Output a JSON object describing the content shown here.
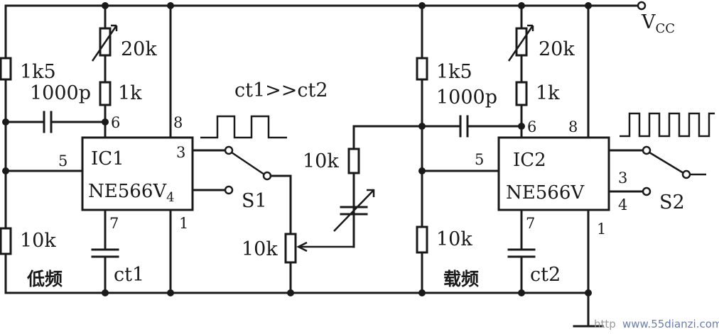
{
  "labels": {
    "vcc": "V",
    "vcc_sub": "CC",
    "relation": "ct1>>ct2",
    "watermark_left": "http",
    "watermark_right": "www.55dianzi.com"
  },
  "left": {
    "ic_name": "IC1",
    "ic_part": "NE566V",
    "ic_part_sub": "4",
    "pot_top": "20k",
    "res_top": "1k",
    "res_upper": "1k5",
    "cap_fb": "1000p",
    "res_lower": "10k",
    "cap_timing": "ct1",
    "switch": "S1",
    "section": "低频",
    "pins": {
      "p3": "3",
      "p5": "5",
      "p6": "6",
      "p7": "7",
      "p8": "8",
      "p1": "1"
    }
  },
  "right": {
    "ic_name": "IC2",
    "ic_part": "NE566V",
    "pot_top": "20k",
    "res_top": "1k",
    "res_upper": "1k5",
    "cap_fb": "1000p",
    "res_lower": "10k",
    "cap_timing": "ct2",
    "switch": "S2",
    "section": "载频",
    "pins": {
      "p3": "3",
      "p4": "4",
      "p5": "5",
      "p6": "6",
      "p7": "7",
      "p8": "8",
      "p1": "1"
    }
  },
  "middle": {
    "res_fixed": "10k",
    "pot": "10k"
  },
  "colors": {
    "ink": "#1a1a1a",
    "watermark_left": "#9a9a9a",
    "watermark_right": "#6a7fb0"
  }
}
